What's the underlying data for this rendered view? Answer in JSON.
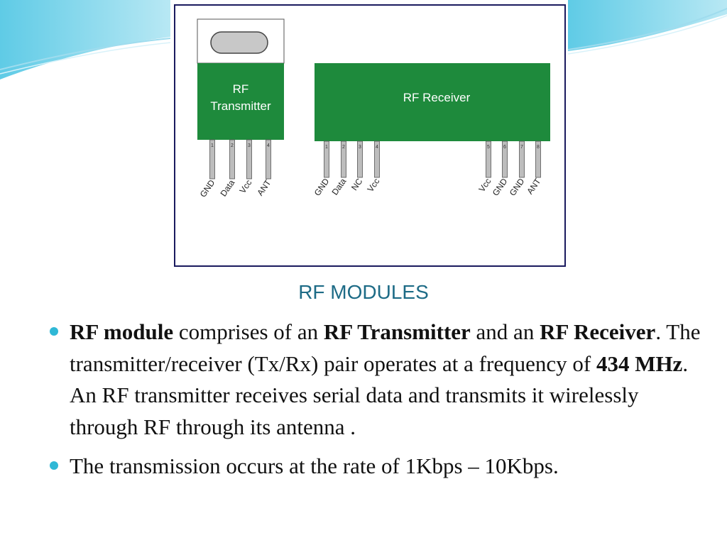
{
  "diagram": {
    "transmitter": {
      "label_line1": "RF",
      "label_line2": "Transmitter",
      "pins": [
        {
          "num": "1",
          "label": "GND"
        },
        {
          "num": "2",
          "label": "Data"
        },
        {
          "num": "3",
          "label": "Vcc"
        },
        {
          "num": "4",
          "label": "ANT"
        }
      ]
    },
    "receiver": {
      "label": "RF Receiver",
      "pins": [
        {
          "num": "1",
          "label": "GND"
        },
        {
          "num": "2",
          "label": "Data"
        },
        {
          "num": "3",
          "label": "NC"
        },
        {
          "num": "4",
          "label": "Vcc"
        },
        {
          "num": "5",
          "label": "Vcc"
        },
        {
          "num": "6",
          "label": "GND"
        },
        {
          "num": "7",
          "label": "GND"
        },
        {
          "num": "8",
          "label": "ANT"
        }
      ]
    },
    "colors": {
      "module_green": "#1e8a3c",
      "accent": "#2fb8d6",
      "frame": "#1a1a5e"
    }
  },
  "caption": "RF MODULES",
  "bullets": [
    {
      "parts": [
        {
          "text": "RF module",
          "bold": true
        },
        {
          "text": " comprises of an ",
          "bold": false
        },
        {
          "text": "RF Transmitter",
          "bold": true
        },
        {
          "text": " and an ",
          "bold": false
        },
        {
          "text": "RF Receiver",
          "bold": true
        },
        {
          "text": ". The transmitter/receiver (Tx/Rx) pair operates at a frequency of ",
          "bold": false
        },
        {
          "text": "434 MHz",
          "bold": true
        },
        {
          "text": ". An RF transmitter receives serial data and transmits it wirelessly through RF through its antenna .",
          "bold": false
        }
      ]
    },
    {
      "parts": [
        {
          "text": "The transmission occurs at the rate of 1Kbps – 10Kbps.",
          "bold": false
        }
      ]
    }
  ]
}
